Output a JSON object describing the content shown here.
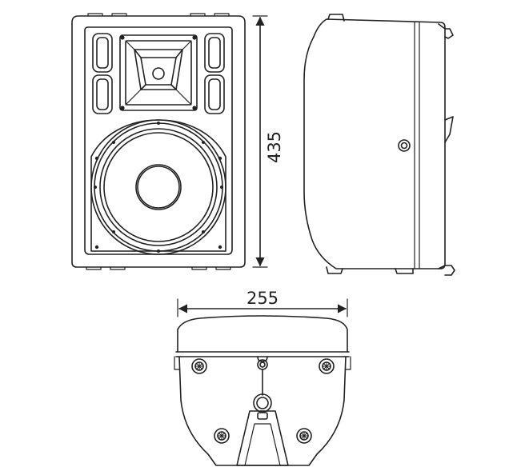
{
  "dimensions": {
    "height_label": "435",
    "width_label": "255"
  },
  "views": [
    "front-view",
    "side-view",
    "bottom-view"
  ],
  "colors": {
    "stroke": "#222222",
    "background": "#ffffff"
  }
}
